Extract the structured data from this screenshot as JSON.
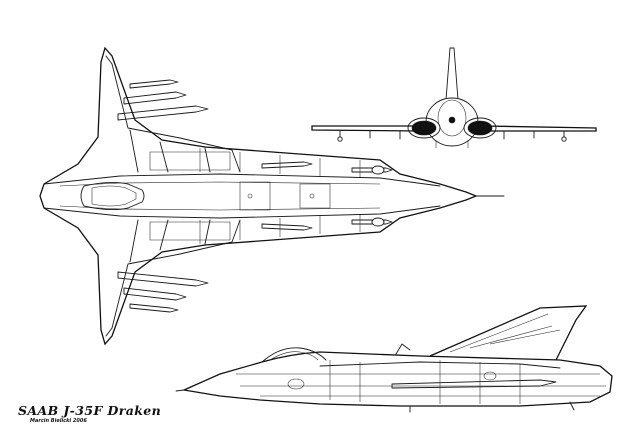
{
  "drawing": {
    "title": "SAAB J-35F Draken",
    "credit": "Marcin Bielicki 2006"
  },
  "views": [
    "top-view",
    "front-view",
    "side-view"
  ],
  "colors": {
    "ink": "#111111",
    "paper": "#ffffff"
  }
}
